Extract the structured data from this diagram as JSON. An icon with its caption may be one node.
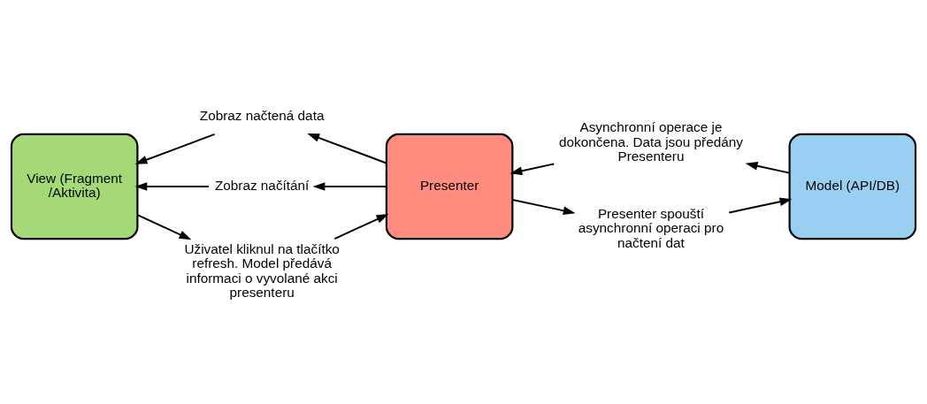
{
  "diagram": {
    "nodes": [
      {
        "text": [
          "Zobraz načtená data"
        ]
      },
      {
        "text": [
          "Asynchronní operace je dokončena. Data jsou předány Presenteru"
        ]
      },
      {
        "text": [
          "View (Fragment/Aktivita)"
        ]
      },
      {
        "text": [
          "Zobraz načítání"
        ]
      },
      {
        "text": [
          "Presenter"
        ]
      },
      {
        "text": [
          "Model (API/DB)"
        ]
      },
      {
        "text": [
          "Uživatel kliknul na tlačítko refresh. Model předává informaci o vyvolané akci presenteru"
        ]
      },
      {
        "text": [
          "Presenter spouští asynchronní operaci pro načtení dat"
        ]
      }
    ],
    "edges": [
      {
        "from": 4,
        "to": 0,
        "arrow": "to"
      },
      {
        "from": 0,
        "to": 2,
        "arrow": "to"
      },
      {
        "from": 5,
        "to": 1,
        "arrow": "to"
      },
      {
        "from": 1,
        "to": 4,
        "arrow": "to"
      },
      {
        "from": 4,
        "to": 3,
        "arrow": "to"
      },
      {
        "from": 3,
        "to": 2,
        "arrow": "to"
      },
      {
        "from": 2,
        "to": 6,
        "arrow": "to"
      },
      {
        "from": 6,
        "to": 4,
        "arrow": "to"
      },
      {
        "from": 4,
        "to": 7,
        "arrow": "to"
      },
      {
        "from": 7,
        "to": 5,
        "arrow": "to"
      }
    ]
  }
}
